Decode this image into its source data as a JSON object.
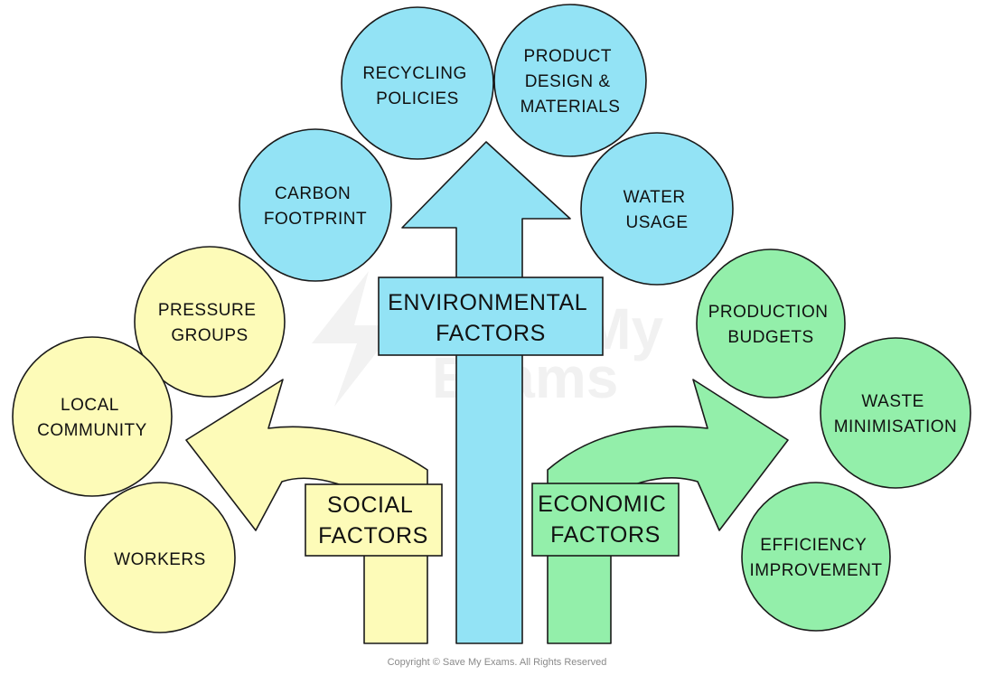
{
  "watermark": {
    "line1": "Save My",
    "line2": "Exams"
  },
  "copyright": "Copyright © Save My Exams. All Rights Reserved",
  "colors": {
    "environmental": "#93e3f5",
    "social": "#fdfbb8",
    "economic": "#93efaa",
    "outline": "#1a1a1a"
  },
  "boxes": {
    "environmental": [
      "ENVIRONMENTAL",
      "FACTORS"
    ],
    "social": [
      "SOCIAL",
      "FACTORS"
    ],
    "economic": [
      "ECONOMIC",
      "FACTORS"
    ]
  },
  "environmental": [
    [
      "RECYCLING",
      "POLICIES"
    ],
    [
      "PRODUCT",
      "DESIGN &",
      "MATERIALS"
    ],
    [
      "CARBON",
      "FOOTPRINT"
    ],
    [
      "WATER",
      "USAGE"
    ]
  ],
  "social": [
    [
      "PRESSURE",
      "GROUPS"
    ],
    [
      "LOCAL",
      "COMMUNITY"
    ],
    [
      "WORKERS"
    ]
  ],
  "economic": [
    [
      "PRODUCTION",
      "BUDGETS"
    ],
    [
      "WASTE",
      "MINIMISATION"
    ],
    [
      "EFFICIENCY",
      "IMPROVEMENT"
    ]
  ]
}
